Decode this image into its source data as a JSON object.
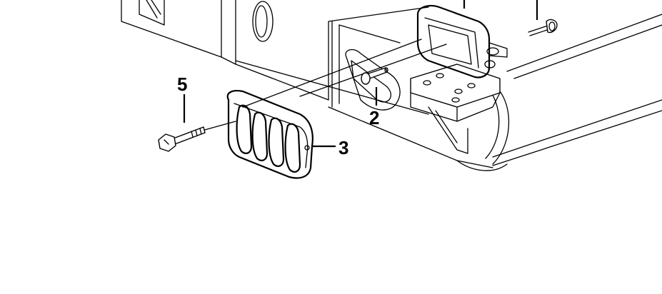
{
  "figure": {
    "callouts": [
      {
        "id": "callout-2",
        "label": "2"
      },
      {
        "id": "callout-3",
        "label": "3"
      },
      {
        "id": "callout-5",
        "label": "5"
      }
    ]
  },
  "colors": {
    "line": "#000000",
    "background": "#ffffff"
  }
}
